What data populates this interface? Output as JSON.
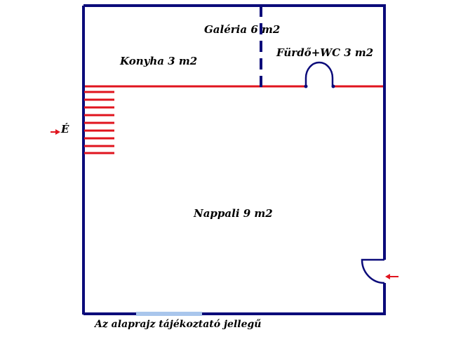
{
  "floorplan": {
    "rooms": {
      "galeria": "Galéria 6 m2",
      "konyha": "Konyha 3 m2",
      "furdo": "Fürdő+WC 3 m2",
      "nappali": "Nappali 9 m2"
    },
    "north_label": "É",
    "footnote": "Az alaprajz tájékoztató jellegű"
  },
  "colors": {
    "outer_wall": "#0b0b7a",
    "inner_wall": "#e0141e",
    "window": "#a9c6ec",
    "arrow": "#e0141e",
    "text": "#000000"
  },
  "icons": [
    "entrance-arrow-icon",
    "north-arrow-icon",
    "door-swing-icon",
    "stairs-icon"
  ]
}
